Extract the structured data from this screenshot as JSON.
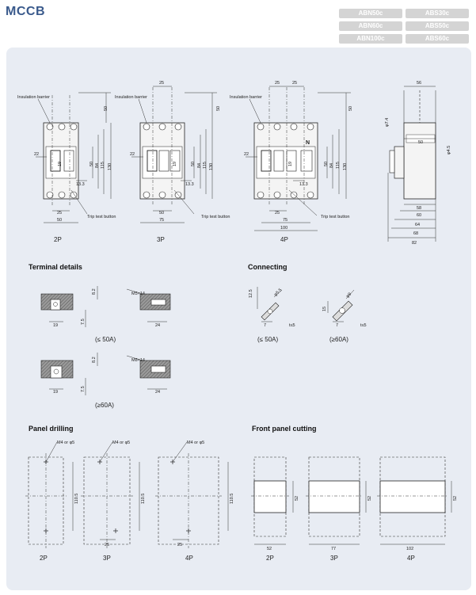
{
  "title": "MCCB",
  "models": [
    "ABN50c",
    "ABS30c",
    "ABN60c",
    "ABS50c",
    "ABN100c",
    "ABS60c"
  ],
  "dimensions": {
    "labels": {
      "insulation_barrier": "Insulation barrier",
      "trip_test_button": "Trip test button",
      "neutral": "N"
    },
    "poles": [
      "2P",
      "3P",
      "4P"
    ],
    "values": {
      "d25": "25",
      "d50": "50",
      "d22": "22",
      "d19": "19",
      "d84": "84",
      "d115": "115",
      "d130": "130",
      "d133": "13.3",
      "d75": "75",
      "d100": "100",
      "phi74": "φ7.4",
      "phi45": "φ4.5",
      "s56": "56",
      "s50": "50",
      "s58": "58",
      "s60": "60",
      "s64": "64",
      "s68": "68",
      "s82": "82"
    }
  },
  "terminal": {
    "title": "Terminal details",
    "screw1": "M5×14",
    "screw2": "M8×14",
    "d82": "8.2",
    "d19": "19",
    "d75": "7.5",
    "d24": "24",
    "cap1": "(≤ 50A)",
    "cap2": "(≥60A)"
  },
  "connecting": {
    "title": "Connecting",
    "d125": "12.5",
    "d15": "15",
    "phi55": "φ5.5",
    "phi9": "φ9",
    "d7": "7",
    "t5": "t≤5",
    "cap1": "(≤ 50A)",
    "cap2": "(≥60A)"
  },
  "panel_drilling": {
    "title": "Panel drilling",
    "hole": "M4 or φ5",
    "d1105": "110.5",
    "d25": "25",
    "poles": [
      "2P",
      "3P",
      "4P"
    ]
  },
  "front_cutting": {
    "title": "Front panel cutting",
    "d52": "52",
    "widths": [
      "52",
      "77",
      "102"
    ],
    "poles": [
      "2P",
      "3P",
      "4P"
    ]
  }
}
